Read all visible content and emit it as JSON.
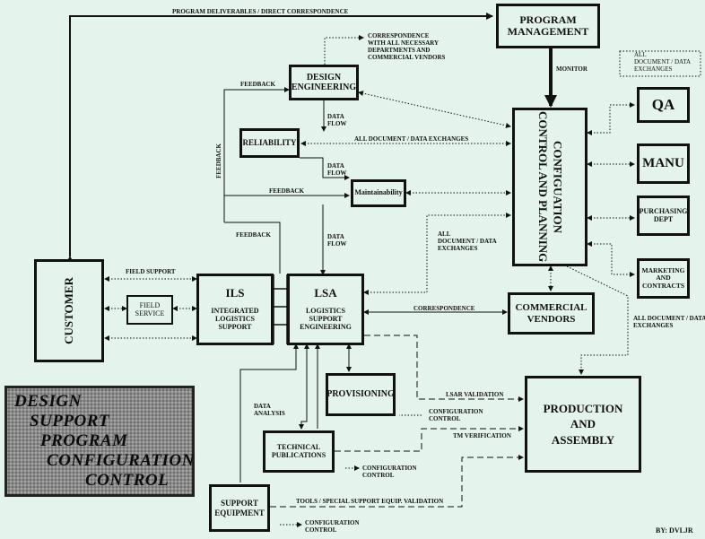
{
  "boxes": {
    "program_management": "PROGRAM\nMANAGEMENT",
    "design_engineering": "DESIGN\nENGINEERING",
    "reliability": "RELIABILITY",
    "maintainability": "Maintainability",
    "config_control": "CONFIGUATION\nCONTROL AND PLANNING",
    "qa": "QA",
    "manu": "MANU",
    "purchasing": "PURCHASING\nDEPT",
    "marketing": "MARKETING\nAND\nCONTRACTS",
    "customer": "CUSTOMER",
    "field_service": "FIELD\nSERVICE",
    "ils_title": "ILS",
    "ils_sub": "INTEGRATED\nLOGISTICS\nSUPPORT",
    "lsa_title": "LSA",
    "lsa_sub": "LOGISTICS\nSUPPORT\nENGINEERING",
    "commercial_vendors": "COMMERCIAL\nVENDORS",
    "provisioning": "PROVISIONING",
    "production": "PRODUCTION\nAND\nASSEMBLY",
    "technical_publications": "TECHNICAL\nPUBLICATIONS",
    "support_equipment": "SUPPORT\nEQUIPMENT"
  },
  "labels": {
    "program_deliverables": "PROGRAM DELIVERABLES / DIRECT CORRESPONDENCE",
    "correspondence_all": "CORRESPONDENCE\nWITH ALL NECESSARY\nDEPARTMENTS AND\nCOMMERCIAL VENDORS",
    "all_doc_top": "ALL\nDOCUMENT / DATA\nEXCHANGES",
    "monitor": "MONITOR",
    "feedback_1": "FEEDBACK",
    "feedback_vertical": "FEEDBACK",
    "feedback_2": "FEEDBACK",
    "feedback_3": "FEEDBACK",
    "data_flow_1": "DATA\nFLOW",
    "data_flow_2": "DATA\nFLOW",
    "data_flow_3": "DATA\nFLOW",
    "all_doc_mid": "ALL DOCUMENT / DATA  EXCHANGES",
    "all_doc_center": "ALL\nDOCUMENT / DATA\nEXCHANGES",
    "field_support": "FIELD SUPPORT",
    "correspondence": "CORRESPONDENCE",
    "all_doc_right": "ALL DOCUMENT / DATA\nEXCHANGES",
    "data_analysis": "DATA\nANALYSIS",
    "lsar_validation": "LSAR VALIDATION",
    "configuration_control_1": "CONFIGURATION\nCONTROL",
    "tm_verification": "TM VERIFICATION",
    "configuration_control_2": "CONFIGURATION\nCONTROL",
    "tools_validation": "TOOLS / SPECIAL SUPPORT EQUIP. VALIDATION",
    "configuration_control_3": "CONFIGURATION\nCONTROL",
    "byline": "BY:  DVLJR"
  },
  "title": {
    "line1": "DESIGN",
    "line2": "SUPPORT",
    "line3": "PROGRAM",
    "line4": "CONFIGURATION",
    "line5": "CONTROL"
  }
}
